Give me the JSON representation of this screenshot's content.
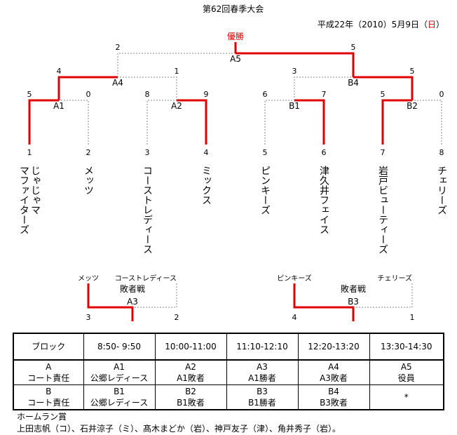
{
  "title": "第62回春季大会",
  "date": {
    "main": "平成22年（2010）5月9日（",
    "weekday": "日",
    "close": "）"
  },
  "champion_label": "優勝",
  "colors": {
    "win": "#e00000",
    "line": "#000000",
    "dotted": "#888888"
  },
  "bracket": {
    "teams": [
      {
        "seed": "1",
        "name": "じゃじゃママファイターズ"
      },
      {
        "seed": "2",
        "name": "メッツ"
      },
      {
        "seed": "3",
        "name": "コーストレディース"
      },
      {
        "seed": "4",
        "name": "ミックス"
      },
      {
        "seed": "5",
        "name": "ピンキーズ"
      },
      {
        "seed": "6",
        "name": "津久井フェイス"
      },
      {
        "seed": "7",
        "name": "岩戸ビューティーズ"
      },
      {
        "seed": "8",
        "name": "チェリーズ"
      }
    ],
    "first_round": [
      {
        "label": "A1",
        "left_score": "5",
        "right_score": "0",
        "winner": "left"
      },
      {
        "label": "A2",
        "left_score": "8",
        "right_score": "9",
        "winner": "right"
      },
      {
        "label": "B1",
        "left_score": "6",
        "right_score": "7",
        "winner": "right"
      },
      {
        "label": "B2",
        "left_score": "5",
        "right_score": "0",
        "winner": "left"
      }
    ],
    "semi": [
      {
        "label": "A4",
        "left_score": "4",
        "right_score": "1",
        "winner": "left"
      },
      {
        "label": "B4",
        "left_score": "3",
        "right_score": "5",
        "winner": "right"
      }
    ],
    "final": {
      "label": "A5",
      "left_score": "2",
      "right_score": "5",
      "winner": "right"
    }
  },
  "consolation": [
    {
      "heading": "敗者戦",
      "label": "A3",
      "left_team": "メッツ",
      "left_score": "3",
      "right_team": "コーストレディース",
      "right_score": "2",
      "winner": "left"
    },
    {
      "heading": "敗者戦",
      "label": "B3",
      "left_team": "ピンキーズ",
      "left_score": "4",
      "right_team": "チェリーズ",
      "right_score": "1",
      "winner": "left"
    }
  ],
  "schedule": {
    "headers": [
      "ブロック",
      "8:50- 9:50",
      "10:00-11:00",
      "11:10-12:10",
      "12:20-13:20",
      "13:30-14:30"
    ],
    "rows": [
      [
        [
          "A",
          "コート責任"
        ],
        [
          "A1",
          "公郷レディース"
        ],
        [
          "A2",
          "A1敗者"
        ],
        [
          "A3",
          "A1勝者"
        ],
        [
          "A4",
          "A3敗者"
        ],
        [
          "A5",
          "役員"
        ]
      ],
      [
        [
          "B",
          "コート責任"
        ],
        [
          "B1",
          "公郷レディース"
        ],
        [
          "B2",
          "B1敗者"
        ],
        [
          "B3",
          "B1勝者"
        ],
        [
          "B4",
          "B3敗者"
        ],
        [
          "*",
          ""
        ]
      ]
    ]
  },
  "homerun": {
    "title": "ホームラン賞",
    "list": "上田志帆（コ）、石井涼子（ミ）、髙木まどか（岩）、神戸友子（津）、角井秀子（岩）。"
  }
}
